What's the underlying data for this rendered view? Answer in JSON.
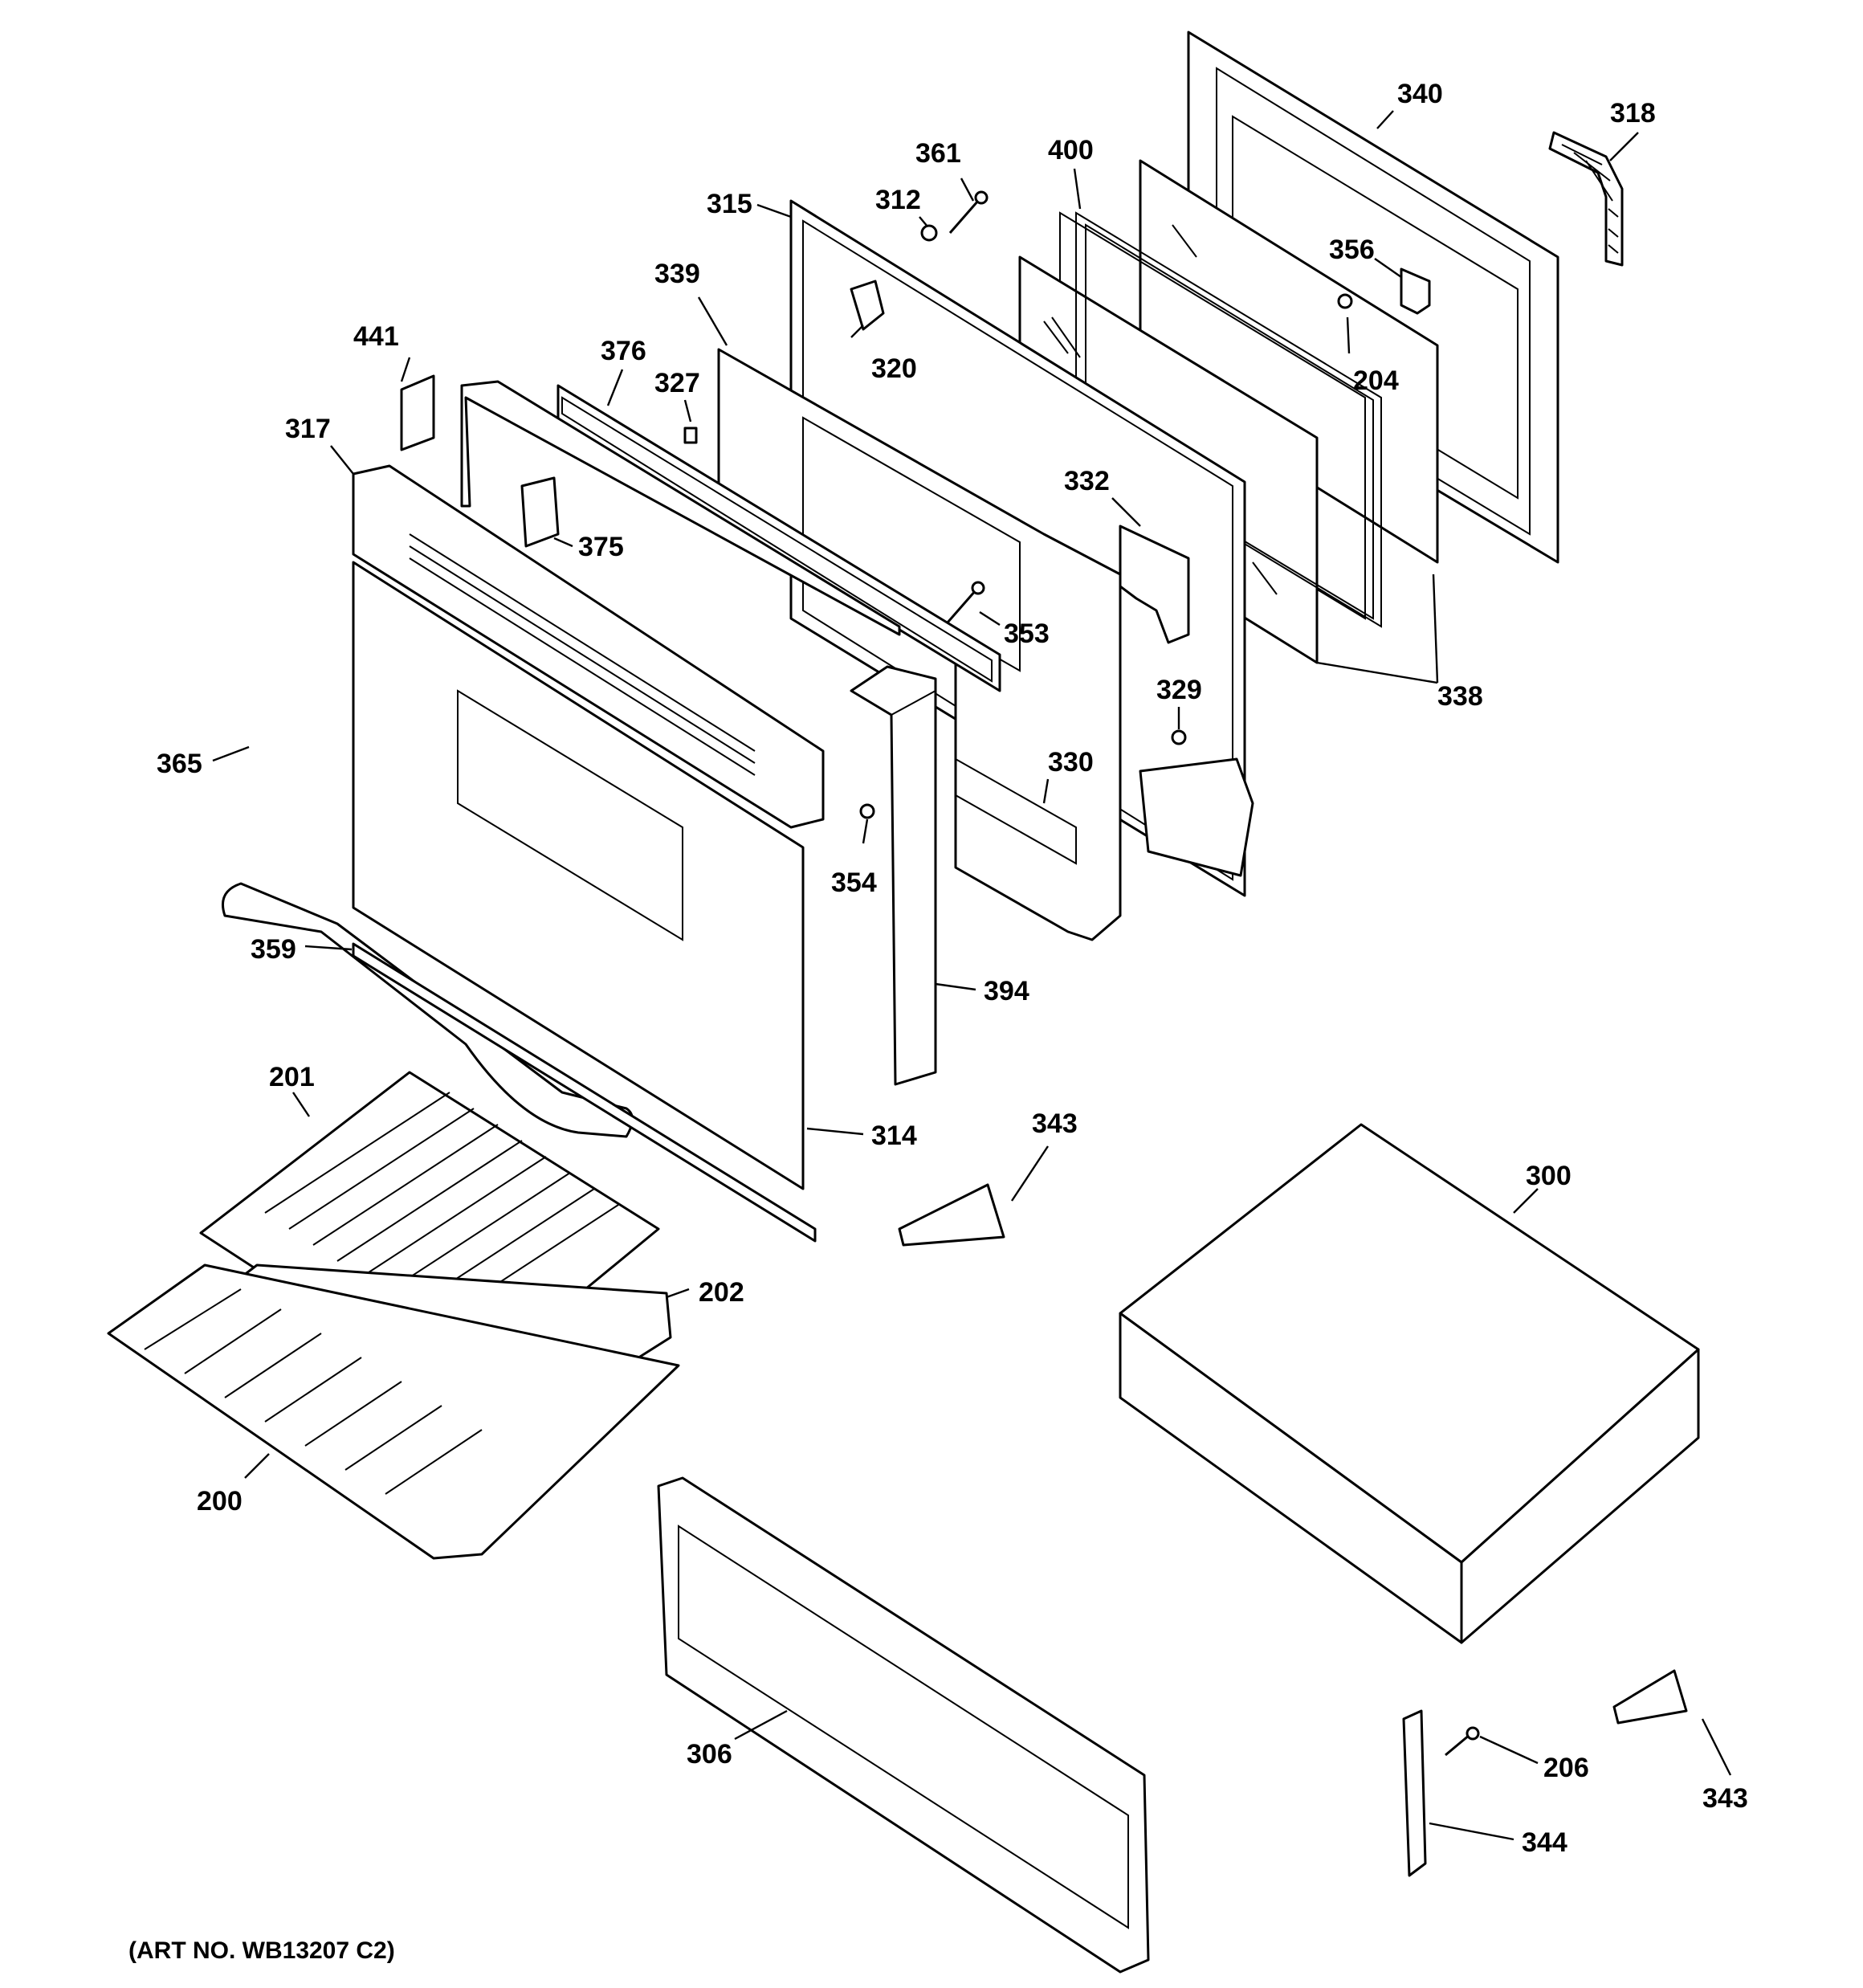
{
  "labels": {
    "p340": "340",
    "p318": "318",
    "p400": "400",
    "p361": "361",
    "p312": "312",
    "p315": "315",
    "p356": "356",
    "p339": "339",
    "p320": "320",
    "p204": "204",
    "p441": "441",
    "p376": "376",
    "p327": "327",
    "p317": "317",
    "p332": "332",
    "p375": "375",
    "p353": "353",
    "p338": "338",
    "p329": "329",
    "p365": "365",
    "p330": "330",
    "p354": "354",
    "p359": "359",
    "p394": "394",
    "p201": "201",
    "p343a": "343",
    "p314": "314",
    "p300": "300",
    "p202": "202",
    "p200": "200",
    "p306": "306",
    "p206": "206",
    "p343b": "343",
    "p344": "344"
  },
  "art_number": "(ART NO. WB13207 C2)"
}
